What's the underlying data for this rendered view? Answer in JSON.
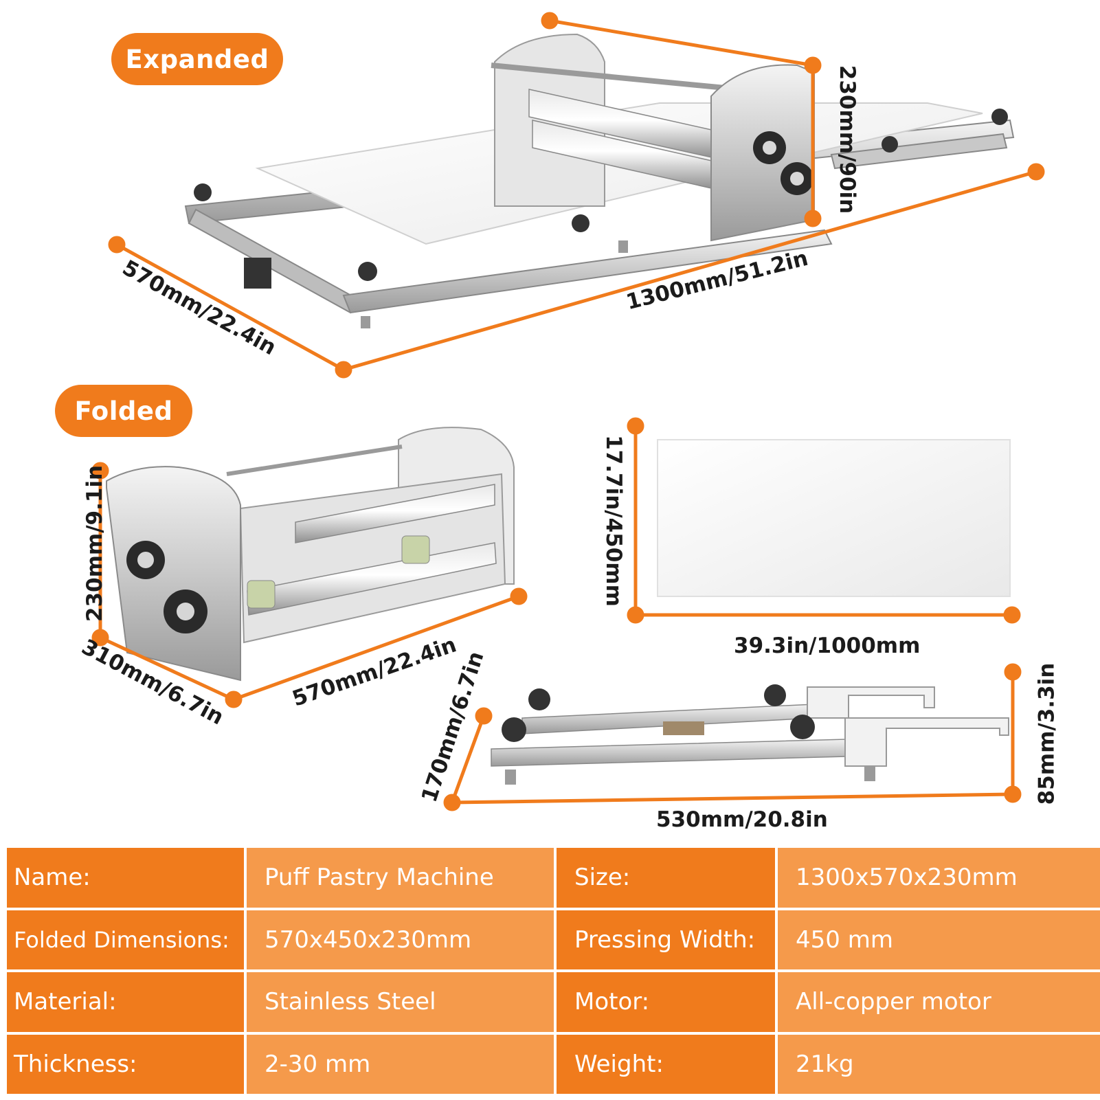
{
  "labels": {
    "expanded": "Expanded",
    "folded": "Folded"
  },
  "dimensions": {
    "expanded_length": "1300mm/51.2in",
    "expanded_width": "570mm/22.4in",
    "expanded_height": "230mm/90in",
    "folded_height": "230mm/9.1in",
    "folded_depth": "310mm/6.7in",
    "folded_width": "570mm/22.4in",
    "board_height": "17.7in/450mm",
    "board_width": "39.3in/1000mm",
    "frame_depth": "170mm/6.7in",
    "frame_length": "530mm/20.8in",
    "frame_height": "85mm/3.3in"
  },
  "specs": [
    {
      "label": "Name:",
      "value": "Puff Pastry Machine",
      "label2": "Size:",
      "value2": "1300x570x230mm"
    },
    {
      "label": "Folded Dimensions:",
      "value": "570x450x230mm",
      "label2": "Pressing Width:",
      "value2": "450 mm"
    },
    {
      "label": "Material:",
      "value": "Stainless Steel",
      "label2": "Motor:",
      "value2": "All-copper motor"
    },
    {
      "label": "Thickness:",
      "value": "2-30 mm",
      "label2": "Weight:",
      "value2": "21kg"
    }
  ],
  "colors": {
    "accent": "#f07b1c",
    "accent_light": "#f59a4b"
  }
}
